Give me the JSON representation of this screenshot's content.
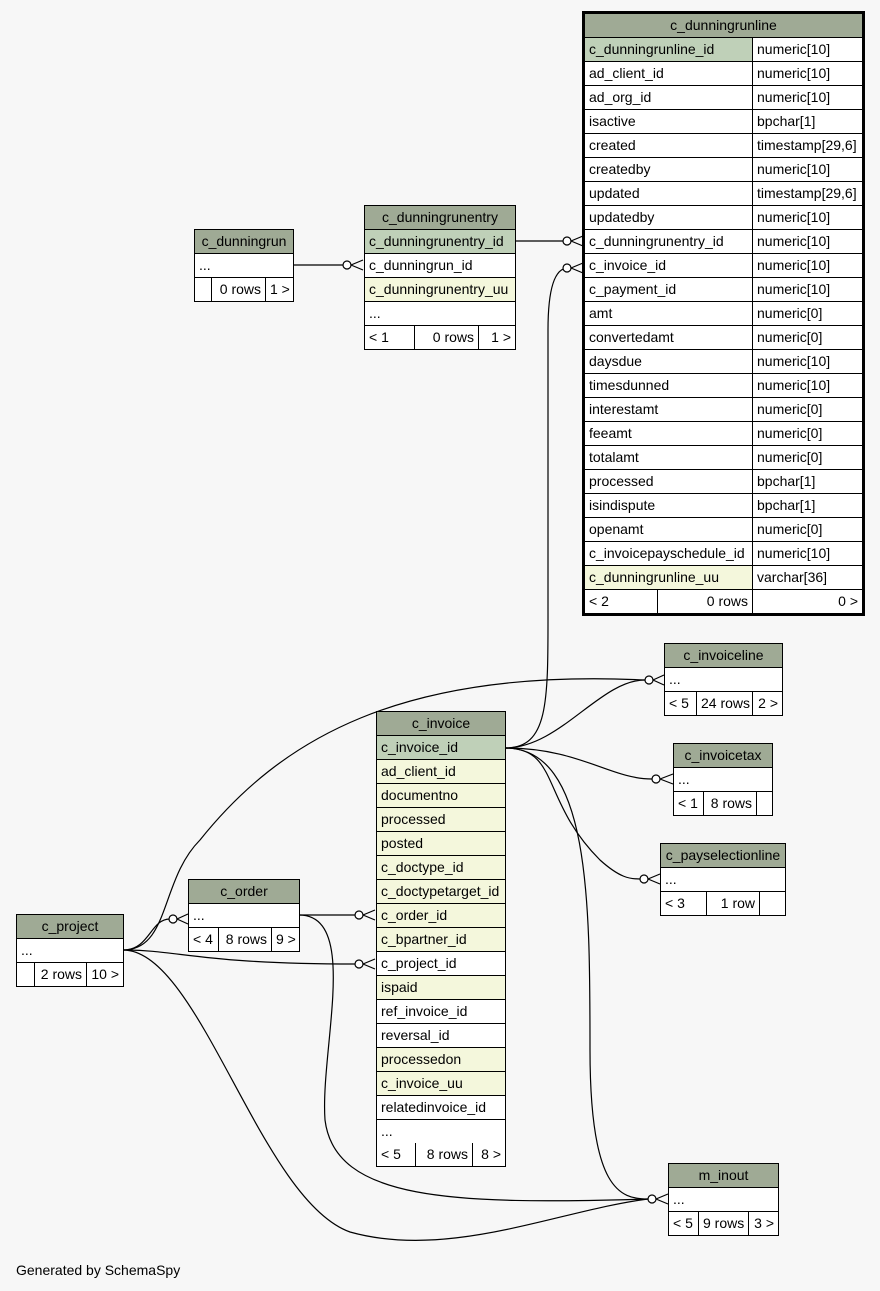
{
  "footer": "Generated by SchemaSpy",
  "tables": {
    "c_dunningrunline": {
      "name": "c_dunningrunline",
      "columns": [
        {
          "name": "c_dunningrunline_id",
          "type": "numeric[10]"
        },
        {
          "name": "ad_client_id",
          "type": "numeric[10]"
        },
        {
          "name": "ad_org_id",
          "type": "numeric[10]"
        },
        {
          "name": "isactive",
          "type": "bpchar[1]"
        },
        {
          "name": "created",
          "type": "timestamp[29,6]"
        },
        {
          "name": "createdby",
          "type": "numeric[10]"
        },
        {
          "name": "updated",
          "type": "timestamp[29,6]"
        },
        {
          "name": "updatedby",
          "type": "numeric[10]"
        },
        {
          "name": "c_dunningrunentry_id",
          "type": "numeric[10]"
        },
        {
          "name": "c_invoice_id",
          "type": "numeric[10]"
        },
        {
          "name": "c_payment_id",
          "type": "numeric[10]"
        },
        {
          "name": "amt",
          "type": "numeric[0]"
        },
        {
          "name": "convertedamt",
          "type": "numeric[0]"
        },
        {
          "name": "daysdue",
          "type": "numeric[10]"
        },
        {
          "name": "timesdunned",
          "type": "numeric[10]"
        },
        {
          "name": "interestamt",
          "type": "numeric[0]"
        },
        {
          "name": "feeamt",
          "type": "numeric[0]"
        },
        {
          "name": "totalamt",
          "type": "numeric[0]"
        },
        {
          "name": "processed",
          "type": "bpchar[1]"
        },
        {
          "name": "isindispute",
          "type": "bpchar[1]"
        },
        {
          "name": "openamt",
          "type": "numeric[0]"
        },
        {
          "name": "c_invoicepayschedule_id",
          "type": "numeric[10]"
        },
        {
          "name": "c_dunningrunline_uu",
          "type": "varchar[36]"
        }
      ],
      "footer": [
        "< 2",
        "0 rows",
        "0 >"
      ]
    },
    "c_dunningrun": {
      "name": "c_dunningrun",
      "columns": [
        "..."
      ],
      "footer": [
        "",
        "0 rows",
        "1 >"
      ]
    },
    "c_dunningrunentry": {
      "name": "c_dunningrunentry",
      "columns": [
        "c_dunningrunentry_id",
        "c_dunningrun_id",
        "c_dunningrunentry_uu",
        "..."
      ],
      "footer": [
        "< 1",
        "0 rows",
        "1 >"
      ]
    },
    "c_invoice": {
      "name": "c_invoice",
      "columns": [
        "c_invoice_id",
        "ad_client_id",
        "documentno",
        "processed",
        "posted",
        "c_doctype_id",
        "c_doctypetarget_id",
        "c_order_id",
        "c_bpartner_id",
        "c_project_id",
        "ispaid",
        "ref_invoice_id",
        "reversal_id",
        "processedon",
        "c_invoice_uu",
        "relatedinvoice_id",
        "..."
      ],
      "footer": [
        "< 5",
        "8 rows",
        "8 >"
      ]
    },
    "c_invoiceline": {
      "name": "c_invoiceline",
      "columns": [
        "..."
      ],
      "footer": [
        "< 5",
        "24 rows",
        "2 >"
      ]
    },
    "c_invoicetax": {
      "name": "c_invoicetax",
      "columns": [
        "..."
      ],
      "footer": [
        "< 1",
        "8 rows",
        ""
      ]
    },
    "c_payselectionline": {
      "name": "c_payselectionline",
      "columns": [
        "..."
      ],
      "footer": [
        "< 3",
        "1 row",
        ""
      ]
    },
    "c_order": {
      "name": "c_order",
      "columns": [
        "..."
      ],
      "footer": [
        "< 4",
        "8 rows",
        "9 >"
      ]
    },
    "c_project": {
      "name": "c_project",
      "columns": [
        "..."
      ],
      "footer": [
        "",
        "2 rows",
        "10 >"
      ]
    },
    "m_inout": {
      "name": "m_inout",
      "columns": [
        "..."
      ],
      "footer": [
        "< 5",
        "9 rows",
        "3 >"
      ]
    }
  },
  "relationships": [
    {
      "from": "c_dunningrun",
      "to": "c_dunningrunentry.c_dunningrun_id"
    },
    {
      "from": "c_dunningrunentry.c_dunningrunentry_id",
      "to": "c_dunningrunline.c_dunningrunentry_id"
    },
    {
      "from": "c_invoice.c_invoice_id",
      "to": "c_dunningrunline.c_invoice_id"
    },
    {
      "from": "c_invoice.c_invoice_id",
      "to": "c_invoiceline"
    },
    {
      "from": "c_invoice.c_invoice_id",
      "to": "c_invoicetax"
    },
    {
      "from": "c_invoice.c_invoice_id",
      "to": "c_payselectionline"
    },
    {
      "from": "c_invoice.c_invoice_id",
      "to": "m_inout"
    },
    {
      "from": "c_order",
      "to": "c_invoice.c_order_id"
    },
    {
      "from": "c_order",
      "to": "m_inout"
    },
    {
      "from": "c_project",
      "to": "c_order"
    },
    {
      "from": "c_project",
      "to": "c_invoice.c_project_id"
    },
    {
      "from": "c_project",
      "to": "c_invoiceline"
    },
    {
      "from": "c_project",
      "to": "m_inout"
    }
  ]
}
